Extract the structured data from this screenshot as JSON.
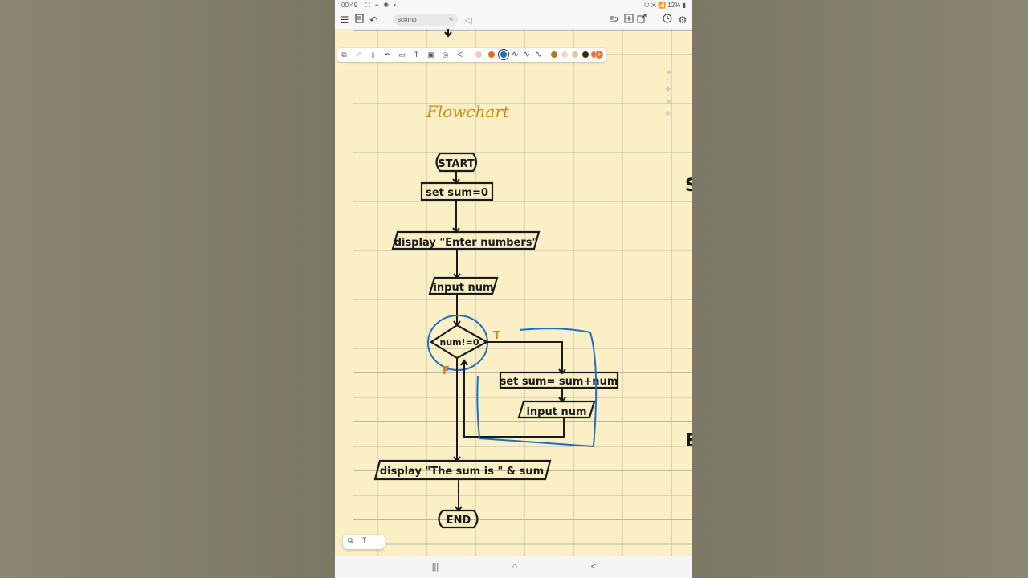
{
  "status_bar": {
    "time": "00:49",
    "left_icons": "⛶ ⌖ ◉ •",
    "right": "⏻ ✕ 📶 12% ▮"
  },
  "toolbar": {
    "menu_icon": "menu-icon",
    "pages_icon": "notebook-pages-icon",
    "undo_icon": "undo-icon",
    "search_value": "scomp",
    "collapse_icon": "collapse-icon",
    "right_icons": [
      "search-text-icon",
      "add-page-icon",
      "export-icon",
      "history-icon",
      "settings-icon"
    ]
  },
  "pen_toolbar": {
    "tools": [
      "lasso-icon",
      "pencil-icon",
      "highlighter-icon",
      "pen-icon",
      "eraser-icon",
      "text-icon",
      "image-icon",
      "shape-icon",
      "collapse-icon"
    ],
    "colors": [
      "#f2c7c2",
      "#e96a1c",
      "#1f6fc1",
      "#222222",
      "#888888",
      "#b07a1a",
      "#f0d8c0",
      "#f2c58c",
      "#3a2a10",
      "#e5793a"
    ],
    "selected_color": "#1f6fc1",
    "add_color_icon": "plus-icon"
  },
  "page": {
    "title": "Flowchart",
    "right_edge_letters": [
      "S",
      "E"
    ]
  },
  "flowchart": {
    "start": "START",
    "set_sum": "set sum=0",
    "display_enter": "display \"Enter numbers\"",
    "input_num_1": "input num",
    "decision": "num!=0",
    "true_label": "T",
    "false_label": "F",
    "add_sum": "set sum= sum+num",
    "input_num_2": "input num",
    "display_sum": "display \"The sum is \" & sum",
    "end": "END"
  },
  "colors": {
    "ink": "#1a1a1a",
    "blue_ink": "#1f6fc1",
    "orange_ink": "#e07818",
    "title_ink": "#d28a10",
    "paper": "#fbefc6",
    "grid": "#b9b9ab"
  },
  "navbar": {
    "recent_icon": "|||",
    "home_icon": "○",
    "back_icon": "<"
  }
}
